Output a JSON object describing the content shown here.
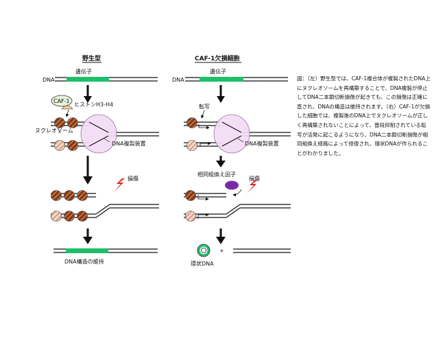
{
  "panels": {
    "wild_type": {
      "title": "野生型",
      "dna": "DNA",
      "gene": "遺伝子",
      "caf1": "CAF-1",
      "histone": "ヒストンH3-H4",
      "nucleosome": "ヌクレオソーム",
      "replisome": "DNA複製装置",
      "damage": "損傷",
      "result": "DNA構造の維持"
    },
    "caf1_deficient": {
      "title": "CAF-1欠損細胞",
      "dna": "DNA",
      "gene": "遺伝子",
      "transcription": "転写",
      "replisome": "DNA複製装置",
      "recombination_factor": "相同組換え因子",
      "damage": "損傷",
      "circular_dna": "環状DNA",
      "plus": "+"
    }
  },
  "caption": "図：（左）野生型では、CAF-1複合体が複製されたDNA上にヌクレオソームを再構築することで、DNA複製が停止してDNA二本鎖切断損傷が起きても、この損傷は正確に直され、DNAの構造は維持されます。（右）CAF-1が欠損した細胞では、複製後のDNA上でヌクレオソームが正しく再構築されないことによって、普段抑制されている転写が活発に起こるようになり、DNA二本鎖切断損傷が相同組換え経路によって修復され、環状DNAが作られることがわかりました。",
  "colors": {
    "gene": "#1fbf6a",
    "nucleosome": "#8a3a12",
    "nucleosome_light": "#f0c8b8",
    "replisome": "#f3dcf5",
    "recombination_factor": "#7a2ca8",
    "damage": "#e02020",
    "caf1": "#e6f2dc",
    "histone": "#f0c89a"
  }
}
